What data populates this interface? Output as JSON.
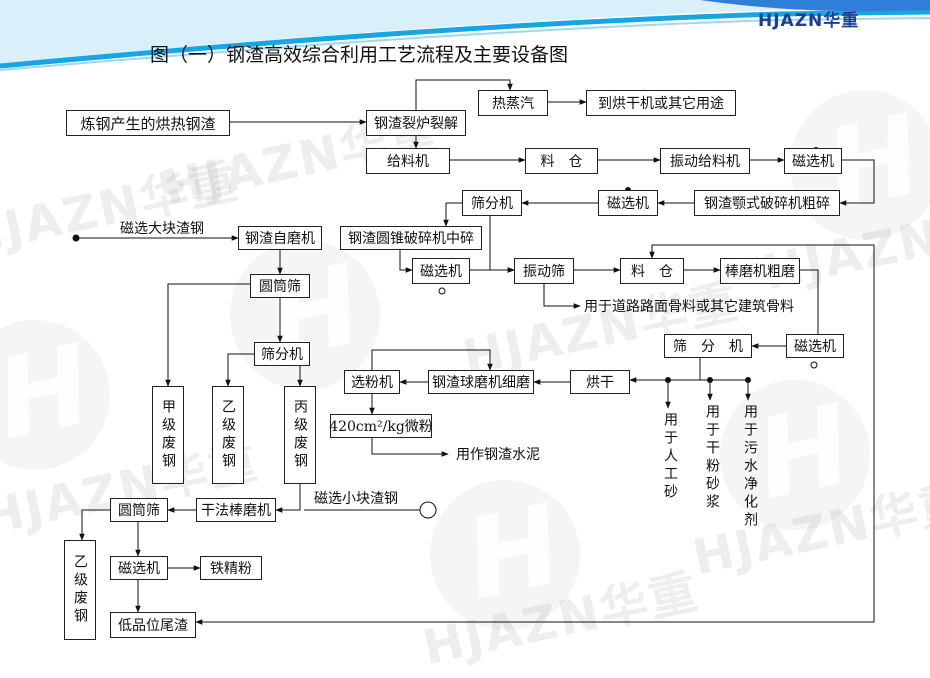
{
  "brand": {
    "logo_text": "HJAZN华重"
  },
  "title": "图（一）钢渣高效综合利用工艺流程及主要设备图",
  "watermark_text": "HJAZN华重",
  "nodes": {
    "hot_slag": "炼钢产生的烘热钢渣",
    "pot_crack": "钢渣裂炉裂解",
    "steam": "热蒸汽",
    "dryer_use": "到烘干机或其它用途",
    "feeder": "给料机",
    "silo1": "料　仓",
    "vib_feeder": "振动给料机",
    "mag_sep1": "磁选机",
    "jaw_crusher": "钢渣颚式破碎机粗碎",
    "mag_sep2": "磁选机",
    "screener1": "筛分机",
    "big_slag_steel": "磁选大块渣钢",
    "autogenous_mill": "钢渣自磨机",
    "cone_crusher": "钢渣圆锥破碎机中碎",
    "mag_sep3": "磁选机",
    "vib_screen": "振动筛",
    "silo2": "料　仓",
    "rod_mill_coarse": "棒磨机粗磨",
    "road_aggregate": "用于道路路面骨料或其它建筑骨料",
    "drum_screen1": "圆筒筛",
    "screener2": "筛分机",
    "screener3": "筛　分　机",
    "mag_sep4": "磁选机",
    "powder_sep": "选粉机",
    "ball_mill_fine": "钢渣球磨机细磨",
    "drying": "烘干",
    "micro_powder": "420cm²/kg微粉",
    "cement": "用作钢渣水泥",
    "grade_a": "甲级废钢",
    "grade_b1": "乙级废钢",
    "grade_c": "丙级废钢",
    "artificial_sand": "用于人工砂",
    "dry_mortar": "用于干粉砂浆",
    "water_purifier": "用于污水净化剂",
    "drum_screen2": "圆筒筛",
    "dry_rod_mill": "干法棒磨机",
    "small_slag_steel": "磁选小块渣钢",
    "grade_b2": "乙级废钢",
    "mag_sep5": "磁选机",
    "iron_powder": "铁精粉",
    "tailings": "低品位尾渣"
  }
}
